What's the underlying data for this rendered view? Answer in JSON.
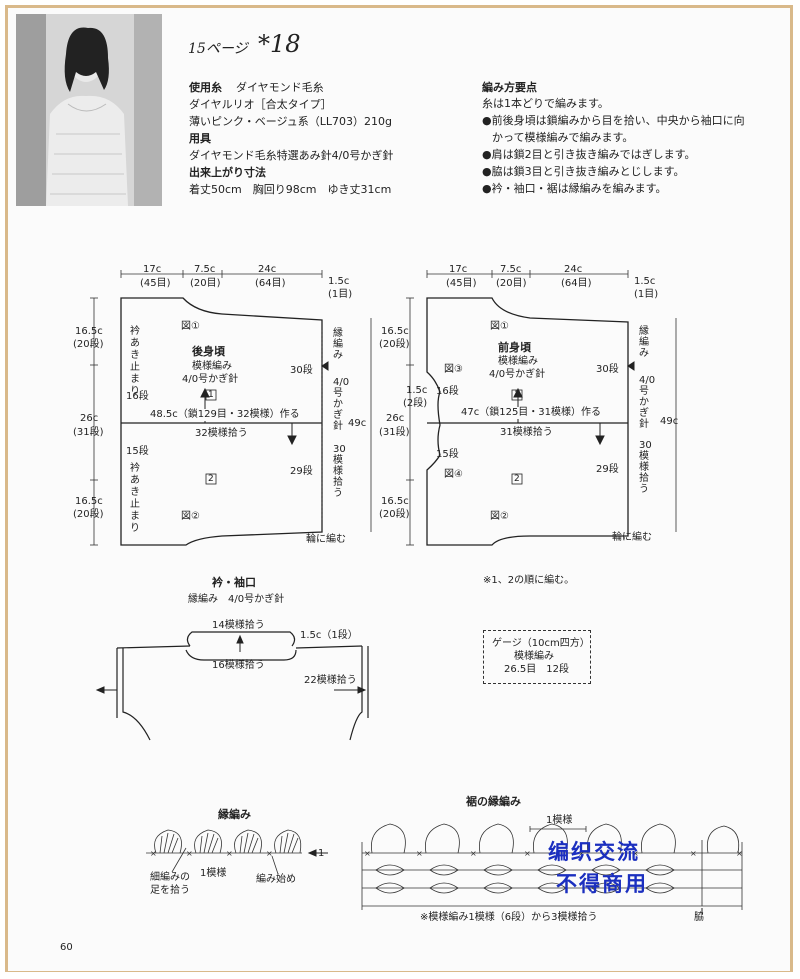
{
  "header": {
    "page_ref": "15ページ",
    "model_no": "*18"
  },
  "materials": {
    "yarn_heading": "使用糸",
    "yarn_brand": "ダイヤモンド毛糸",
    "yarn_name": "ダイヤルリオ［合太タイプ］",
    "yarn_color": "薄いピンク・ベージュ系（LL703）210g",
    "tools_heading": "用具",
    "tools": "ダイヤモンド毛糸特選あみ針4/0号かぎ針",
    "size_heading": "出来上がり寸法",
    "size": "着丈50cm　胸回り98cm　ゆき丈31cm"
  },
  "points": {
    "heading": "編み方要点",
    "lines": [
      "糸は1本どりで編みます。",
      "●前後身頃は鎖編みから目を拾い、中央から袖口に向",
      "かって模様編みで編みます。",
      "●肩は鎖2目と引き抜き編みではぎします。",
      "●脇は鎖3目と引き抜き編みとじします。",
      "●衿・袖口・裾は縁編みを編みます。"
    ]
  },
  "back": {
    "title": "後身頃",
    "pattern": "模様編み",
    "hook": "4/0号かぎ針",
    "top_dims": [
      "17c",
      "7.5c",
      "24c",
      "1.5c"
    ],
    "top_rows": [
      "(45目)",
      "(20目)",
      "(64目)",
      "(1目)"
    ],
    "left_dims": [
      "16.5c",
      "(20段)",
      "26c",
      "(31段)",
      "16.5c",
      "(20段)"
    ],
    "neck_stop": "衿あき止まり",
    "rows16": "16段",
    "rows15": "15段",
    "chain": "48.5c（鎖129目・32模様）作る",
    "pick": "32模様拾う",
    "rows30": "30段",
    "rows29": "29段",
    "height": "49c",
    "edge": "縁編み",
    "hook_side": "4/0号かぎ針",
    "pick30": "30模様拾う",
    "fig1": "図①",
    "fig2": "図②",
    "box1": "1",
    "box2": "2",
    "ring": "輪に編む"
  },
  "front": {
    "title": "前身頃",
    "pattern": "模様編み",
    "hook": "4/0号かぎ針",
    "top_dims": [
      "17c",
      "7.5c",
      "24c",
      "1.5c"
    ],
    "top_rows": [
      "(45目)",
      "(20目)",
      "(64目)",
      "(1目)"
    ],
    "left_dims": [
      "16.5c",
      "(20段)",
      "1.5c",
      "(2段)",
      "26c",
      "(31段)",
      "16.5c",
      "(20段)"
    ],
    "rows16": "16段",
    "rows15": "15段",
    "chain": "47c（鎖125目・31模様）作る",
    "pick": "31模様拾う",
    "rows30": "30段",
    "rows29": "29段",
    "height": "49c",
    "edge": "縁編み",
    "hook_side": "4/0号かぎ針",
    "pick30": "30模様拾う",
    "fig1": "図①",
    "fig2": "図②",
    "fig3": "図③",
    "fig4": "図④",
    "box1": "1",
    "box2": "2",
    "ring": "輪に編む"
  },
  "order_note": "※1、2の順に編む。",
  "neck": {
    "title": "衿・袖口",
    "sub": "縁編み　4/0号かぎ針",
    "pick14": "14模様拾う",
    "pick16": "16模様拾う",
    "chain_note": "1.5c（1段）",
    "pick22": "22模様拾う"
  },
  "gauge": {
    "line1": "ゲージ（10cm四方）",
    "line2": "模様編み",
    "line3": "26.5目　12段"
  },
  "edge_chart": {
    "title": "縁編み",
    "l1": "細編みの",
    "l2": "足を拾う",
    "unit": "1模様",
    "start": "編み始め",
    "arrow": "1"
  },
  "hem_chart": {
    "title": "裾の縁編み",
    "unit": "1模様",
    "side": "脇",
    "note": "※模様編み1模様（6段）から3模様拾う"
  },
  "watermark": {
    "l1": "编织交流",
    "l2": "不得商用"
  },
  "page_number": "60"
}
